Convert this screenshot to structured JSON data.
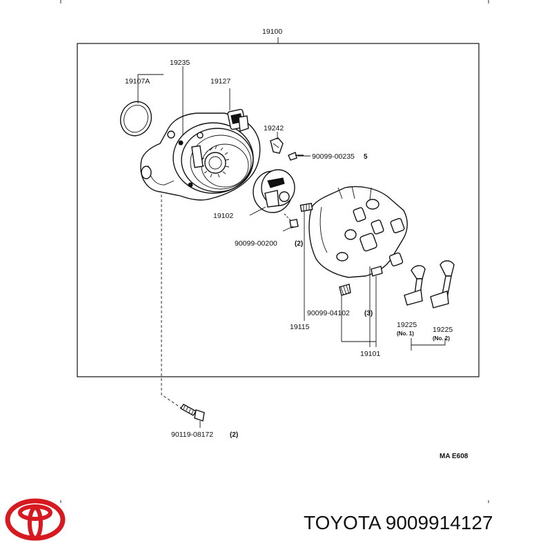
{
  "diagram": {
    "assembly_label": "19100",
    "callouts": {
      "c19235": "19235",
      "c19107a": "19107A",
      "c19127": "19127",
      "c19242": "19242",
      "c90099_00235": "90099-00235",
      "c90099_00235_qty": "5",
      "c19102": "19102",
      "c90099_00200": "90099-00200",
      "c90099_00200_qty": "(2)",
      "c90099_04102": "90099-04102",
      "c90099_04102_qty": "(3)",
      "c19115": "19115",
      "c19225_1": "19225",
      "c19225_1_sub": "(No. 1)",
      "c19225_2": "19225",
      "c19225_2_sub": "(No. 2)",
      "c19101": "19101",
      "c90119_08172": "90119-08172",
      "c90119_08172_qty": "(2)"
    },
    "figure_code": "MA E608"
  },
  "footer": {
    "brand_title": "TOYOTA 9009914127",
    "logo_color": "#d71920"
  }
}
